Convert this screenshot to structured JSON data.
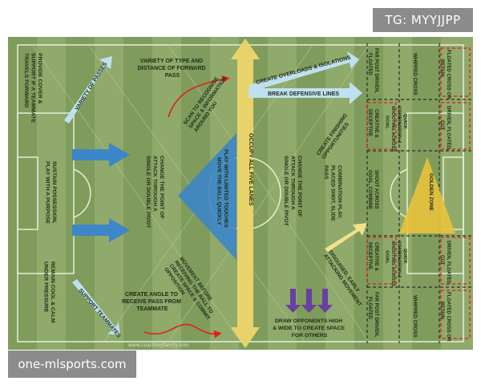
{
  "badges": {
    "tg": "TG: MYYJJPP",
    "site": "one-mlsports.com"
  },
  "watermark": "www.coachingfamily.com",
  "labels": {
    "provide_cover": [
      "PROVIDE COVER &",
      "SUPPORT IF A TEAMMATE",
      "TRAVELS FORWARD"
    ],
    "variety_passes": "VARIETY OF PASSES",
    "variety_type": [
      "VARIETY OF TYPE AND",
      "DISTANCE OF FORWARD",
      "PASS"
    ],
    "scan": [
      "SCAN TO RECOGNISE",
      "SPACE & INFORMATION",
      "AROUND YOU"
    ],
    "sustain": [
      "SUSTAIN POSSESSION,",
      "PLAY WITH A PURPOSE"
    ],
    "change_point_left": [
      "CHANGE THE POINT OF",
      "ATTACK THROUGH A",
      "SINGLE OR DOUBLE PIVOT"
    ],
    "limited_touches": [
      "PLAY WITH LIMITED TOUCHES",
      "MOVE THE BALL QUICKLY"
    ],
    "occupy_lanes": "OCCUPY ALL FIVE LANES",
    "create_overloads": "CREATE OVERLOADS & ISOLATIONS",
    "break_lines": "BREAK DEFENSIVE LINES",
    "finishing": [
      "CREATE FINISHING",
      "OPPORTUNITIES"
    ],
    "change_point_right": [
      "CHANGE THE POINT OF",
      "ATTACK THROUGH A",
      "SINGLE OR DOUBLE PIVOT"
    ],
    "combination_play": [
      "COMBINATION PLAY,",
      "PLACED SHOT, SLIDE",
      "PASS"
    ],
    "disguised": [
      "DISGUISED, EARLY",
      "ATTACKING MOVEMENT"
    ],
    "remain_cool": [
      "REMAIN COOL & CALM",
      "UNDER PRESSURE"
    ],
    "support_teammates": "SUPPORT TEAMMATES",
    "create_angle": [
      "CREATE ANGLE TO",
      "RECEIVE PASS FROM",
      "TEAMMATE"
    ],
    "movement_before": [
      "MOVEMENT BEFORE",
      "RECEIVING THE BALL TO",
      "CREATE SPACE & COMMIT",
      "OPPOSITION"
    ],
    "draw_opponents": [
      "DRAW OPPONENTS HIGH",
      "& WIDE TO CREATE SPACE",
      "FOR OTHERS"
    ],
    "far_post_top": [
      "FAR POST DRIVEN,",
      "FLOATED"
    ],
    "whipped_top": "WHIPPED CROSS",
    "floated_top": [
      "FLOATED CROSS OR",
      "RETAIN"
    ],
    "creative_top": [
      "CREATIVE &",
      "DECEPTIVE"
    ],
    "quick_top": [
      "QUICK",
      "COMBINATION &",
      "SHOOTING ACROSS",
      "GOAL"
    ],
    "driven_top": [
      "DRIVEN, FLOATED,",
      "CUT"
    ],
    "shoot_across": [
      "SHOOT ACROSS",
      "GOAL, COMBINE"
    ],
    "golden_zone": "GOLDEN ZONE",
    "creative_bottom": [
      "CREATIVE &",
      "DECEPTIVE"
    ],
    "quick_bottom": [
      "QUICK",
      "COMBINATION &",
      "SHOOTING ACROSS",
      "GOAL"
    ],
    "driven_bottom": [
      "DRIVEN, FLOATED,",
      "CUT"
    ],
    "far_post_bottom": [
      "FAR POST DRIVEN,",
      "FLOATED"
    ],
    "whipped_bottom": "WHIPPED CROSS",
    "floated_bottom": [
      "FLOATED CROSS OR",
      "RETAIN"
    ]
  },
  "colors": {
    "grass_light": "#8faa6a",
    "grass_dark": "#7f9c5c",
    "blue_arrow": "#3d86c8",
    "light_blue_arrow": "#bfe0ee",
    "triangle_blue": "#3d86c8",
    "yellow_arrow": "#e8d36a",
    "golden": "#e8c23c",
    "purple": "#6a3fa0",
    "red_dash": "#d8312a",
    "red_line": "#e02020",
    "text_dark": "#1d2b1a",
    "badge_bg": "#8b8b8b"
  }
}
